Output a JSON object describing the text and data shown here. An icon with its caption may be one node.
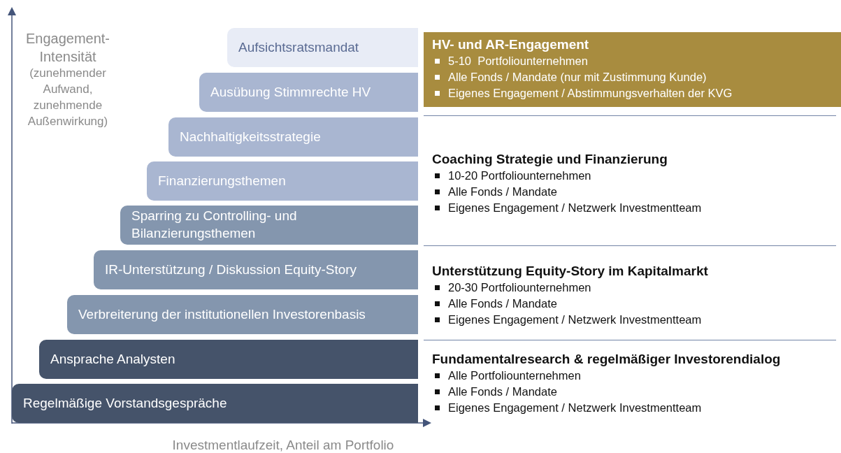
{
  "diagram": {
    "nodes": [
      {
        "text": [
          "Aufsichtsratsmandat"
        ]
      },
      {
        "text": [
          "Ausübung Stimmrechte HV"
        ]
      },
      {
        "text": [
          "Nachhaltigkeitsstrategie"
        ]
      },
      {
        "text": [
          "Finanzierungsthemen"
        ]
      },
      {
        "text": [
          "Sparring zu Controlling- und Bilanzierungsthemen"
        ]
      },
      {
        "text": [
          "IR-Unterstützung / Diskussion Equity-Story"
        ]
      },
      {
        "text": [
          "Verbreiterung der institutionellen Investorenbasis"
        ]
      },
      {
        "text": [
          "Ansprache Analysten"
        ]
      },
      {
        "text": [
          "Regelmäßige Vorstandsgespräche"
        ]
      },
      {
        "text": [
          "HV- und AR-Engagement",
          "5-10  Portfoliounternehmen",
          "Alle Fonds / Mandate (nur mit Zustimmung Kunde)",
          "Eigenes Engagement / Abstimmungsverhalten der KVG"
        ]
      },
      {
        "text": [
          "Coaching Strategie und Finanzierung",
          "10-20 Portfoliounternehmen",
          "Alle Fonds / Mandate",
          "Eigenes Engagement / Netzwerk Investmentteam"
        ]
      },
      {
        "text": [
          "Unterstützung Equity-Story im Kapitalmarkt",
          "20-30 Portfoliounternehmen",
          "Alle Fonds / Mandate",
          "Eigenes Engagement / Netzwerk Investmentteam"
        ]
      },
      {
        "text": [
          "Fundamentalresearch & regelmäßiger Investorendialog",
          "Alle Portfoliounternehmen",
          "Alle Fonds / Mandate",
          "Eigenes Engagement / Netzwerk Investmentteam"
        ]
      }
    ],
    "labels": [
      "Engagement-Intensität",
      "(zunehmender Aufwand, zunehmende Außenwirkung)",
      "Investmentlaufzeit, Anteil am Portfolio"
    ]
  }
}
